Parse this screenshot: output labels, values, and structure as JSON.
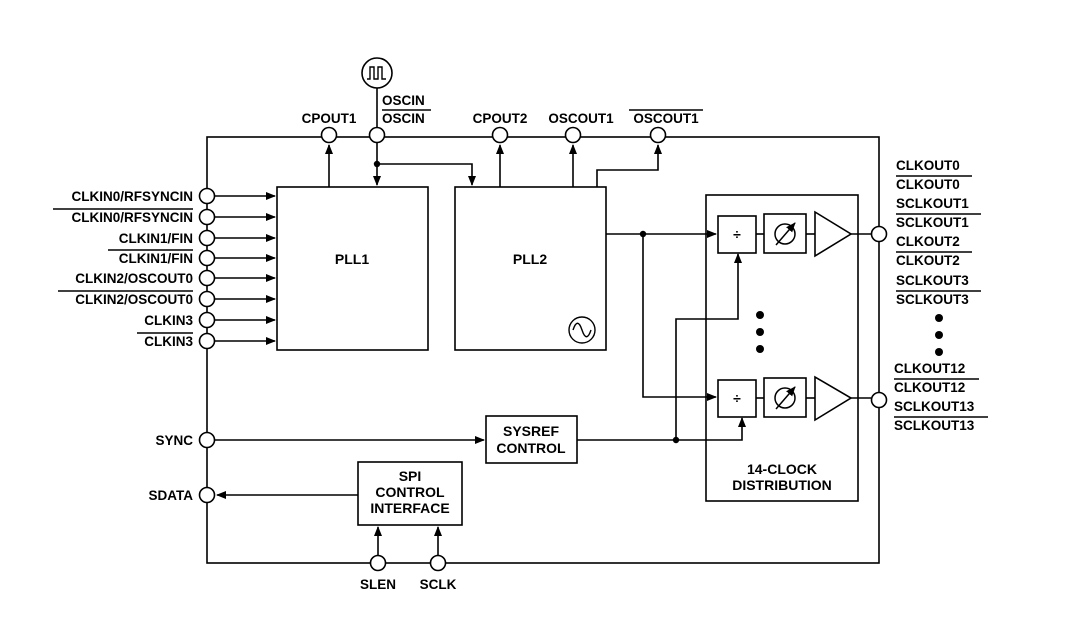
{
  "top_pins": {
    "cpout1": "CPOUT1",
    "oscin": "OSCIN",
    "oscin_n": "OSCIN",
    "cpout2": "CPOUT2",
    "oscout1": "OSCOUT1",
    "oscout1_n": "OSCOUT1"
  },
  "left_pins": [
    {
      "label": "CLKIN0/RFSYNCIN",
      "overline": false
    },
    {
      "label": "CLKIN0/RFSYNCIN",
      "overline": true
    },
    {
      "label": "CLKIN1/FIN",
      "overline": false
    },
    {
      "label": "CLKIN1/FIN",
      "overline": true
    },
    {
      "label": "CLKIN2/OSCOUT0",
      "overline": false
    },
    {
      "label": "CLKIN2/OSCOUT0",
      "overline": true
    },
    {
      "label": "CLKIN3",
      "overline": false
    },
    {
      "label": "CLKIN3",
      "overline": true
    }
  ],
  "sync": "SYNC",
  "sdata": "SDATA",
  "slen": "SLEN",
  "sclk": "SCLK",
  "blocks": {
    "pll1": "PLL1",
    "pll2": "PLL2",
    "sysref": [
      "SYSREF",
      "CONTROL"
    ],
    "spi": [
      "SPI",
      "CONTROL",
      "INTERFACE"
    ],
    "dist": [
      "14-CLOCK",
      "DISTRIBUTION"
    ],
    "divider": "÷"
  },
  "right_top": [
    {
      "label": "CLKOUT0",
      "overline": false
    },
    {
      "label": "CLKOUT0",
      "overline": true
    },
    {
      "label": "SCLKOUT1",
      "overline": false
    },
    {
      "label": "SCLKOUT1",
      "overline": true
    },
    {
      "label": "CLKOUT2",
      "overline": false
    },
    {
      "label": "CLKOUT2",
      "overline": true
    },
    {
      "label": "SCLKOUT3",
      "overline": false
    },
    {
      "label": "SCLKOUT3",
      "overline": true
    }
  ],
  "right_bottom": [
    {
      "label": "CLKOUT12",
      "overline": false
    },
    {
      "label": "CLKOUT12",
      "overline": true
    },
    {
      "label": "SCLKOUT13",
      "overline": false
    },
    {
      "label": "SCLKOUT13",
      "overline": true
    }
  ]
}
